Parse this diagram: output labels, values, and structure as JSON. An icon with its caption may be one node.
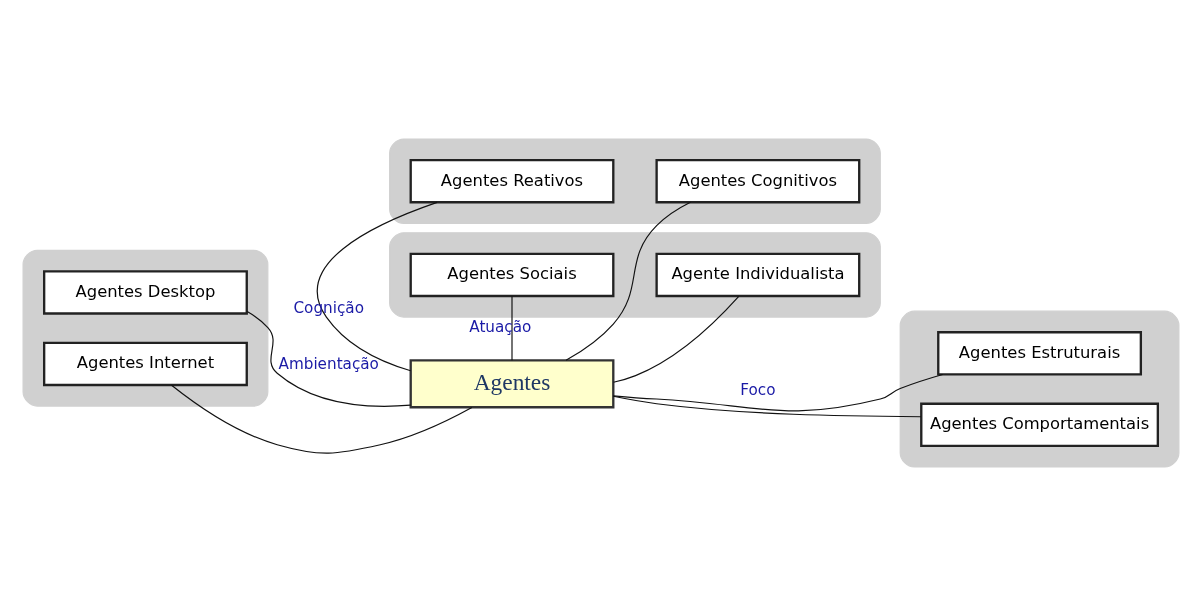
{
  "diagram": {
    "nodes": [
      {
        "text": [],
        "shape": "box"
      },
      {
        "text": [
          "Agentes Reativos"
        ],
        "in": 0
      },
      {
        "text": [
          "Agentes Cognitivos"
        ],
        "in": 0
      },
      {
        "text": [],
        "shape": "box"
      },
      {
        "text": [
          "Agentes Desktop"
        ],
        "in": 3
      },
      {
        "text": [
          "Agentes Internet"
        ],
        "in": 3
      },
      {
        "text": [
          "Agentes"
        ]
      },
      {
        "text": [],
        "shape": "box"
      },
      {
        "text": [
          "Agentes Estruturais"
        ],
        "in": 7
      },
      {
        "text": [
          "Agentes Comportamentais"
        ],
        "in": 7
      },
      {
        "text": [],
        "shape": "box"
      },
      {
        "text": [
          "Agentes Sociais"
        ],
        "in": 10
      },
      {
        "text": [
          "Agente Individualista"
        ],
        "in": 10
      }
    ],
    "edges": [
      {
        "from": 6,
        "to": 1,
        "arrow": "none",
        "label": "Cognição"
      },
      {
        "from": 6,
        "to": 2,
        "arrow": "none"
      },
      {
        "from": 6,
        "to": 4,
        "arrow": "none",
        "label": "Ambientação"
      },
      {
        "from": 6,
        "to": 5,
        "arrow": "none"
      },
      {
        "from": 6,
        "to": 8,
        "arrow": "none",
        "label": "Foco"
      },
      {
        "from": 6,
        "to": 9,
        "arrow": "none"
      },
      {
        "from": 6,
        "to": 11,
        "arrow": "none",
        "label": "Atuação"
      },
      {
        "from": 6,
        "to": 12,
        "arrow": "none"
      }
    ]
  }
}
